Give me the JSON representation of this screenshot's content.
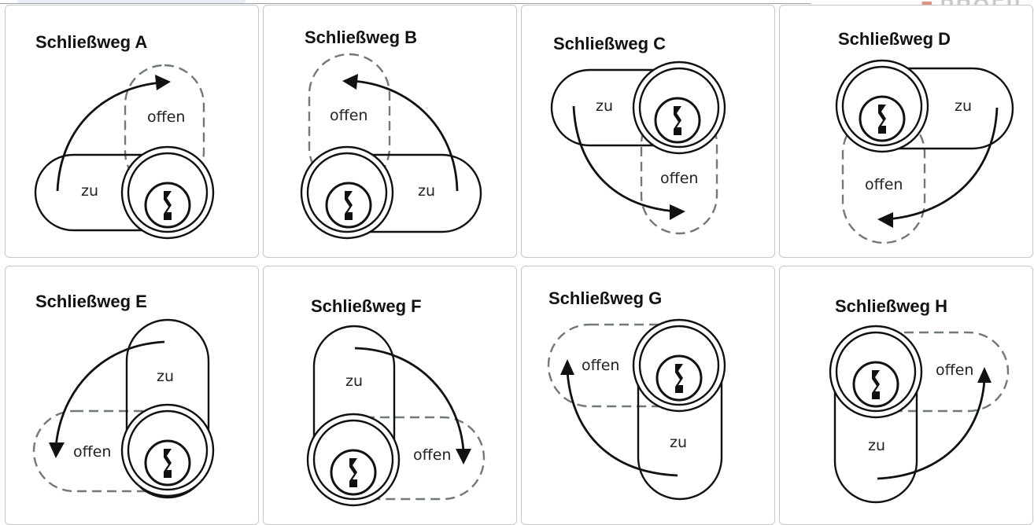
{
  "brand": "PROFIL",
  "labels": {
    "closed": "zu",
    "open": "offen"
  },
  "panels": [
    {
      "title": "Schließweg A"
    },
    {
      "title": "Schließweg B"
    },
    {
      "title": "Schließweg C"
    },
    {
      "title": "Schließweg D"
    },
    {
      "title": "Schließweg E"
    },
    {
      "title": "Schließweg F"
    },
    {
      "title": "Schließweg G"
    },
    {
      "title": "Schließweg H"
    }
  ],
  "colors": {
    "line": "#111111",
    "dashed": "#6e7a72",
    "border": "#c8c8c8"
  },
  "icons": [
    "lock-cylinder-icon",
    "arrow-icon"
  ]
}
